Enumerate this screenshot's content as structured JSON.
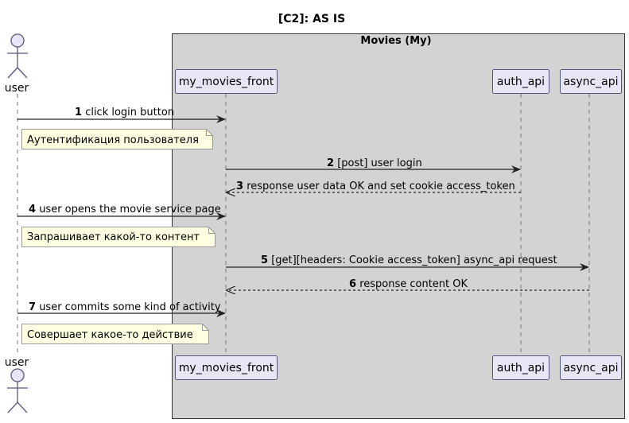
{
  "title": "[C2]: AS IS",
  "group": {
    "label": "Movies (My)",
    "color": "#d3d3d3"
  },
  "actor": {
    "label": "user"
  },
  "participants": {
    "front": "my_movies_front",
    "auth": "auth_api",
    "async": "async_api"
  },
  "colors": {
    "participant_fill": "#e8e6f5",
    "participant_border": "#55557a",
    "note_fill": "#fefee0",
    "note_border": "#999999",
    "arrow": "#222222"
  },
  "messages": [
    {
      "num": "1",
      "text": "click login button",
      "dashed": false
    },
    {
      "num": "2",
      "text": "[post] user login",
      "dashed": false
    },
    {
      "num": "3",
      "text": "response user data OK and set cookie access_token",
      "dashed": true
    },
    {
      "num": "4",
      "text": "user opens the movie service page",
      "dashed": false
    },
    {
      "num": "5",
      "text": "[get][headers: Cookie access_token] async_api request",
      "dashed": false
    },
    {
      "num": "6",
      "text": "response content OK",
      "dashed": true
    },
    {
      "num": "7",
      "text": "user commits some kind of activity",
      "dashed": false
    }
  ],
  "notes": [
    "Аутентификация пользователя",
    "Запрашивает какой-то контент",
    "Совершает какое-то действие"
  ]
}
